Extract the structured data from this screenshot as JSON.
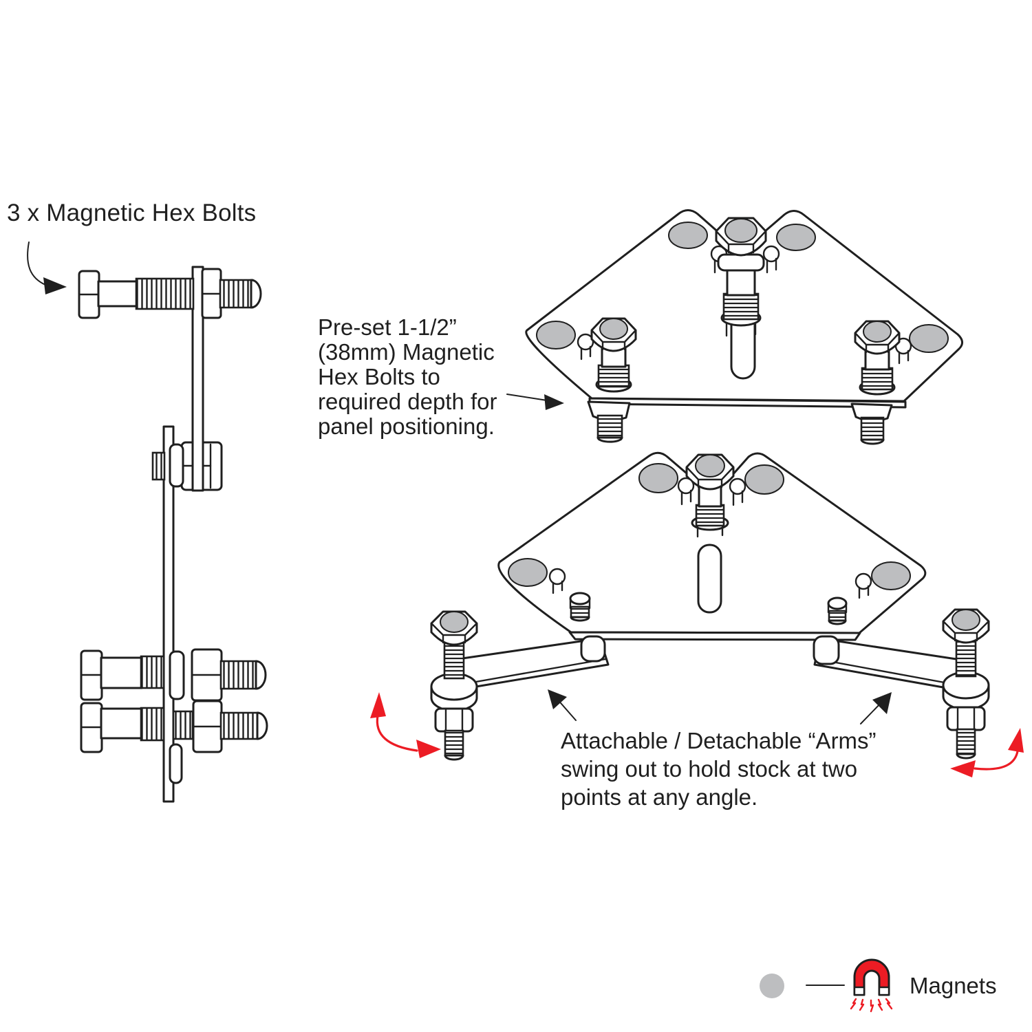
{
  "colors": {
    "line": "#1f1f1f",
    "magnet_gray": "#bdbec0",
    "arrow_red": "#ec1c24",
    "background": "#ffffff"
  },
  "annotations": {
    "hex_bolts_label": "3 x Magnetic Hex Bolts",
    "preset_note": {
      "lines": [
        "Pre-set 1-1/2”",
        "(38mm) Magnetic",
        "Hex Bolts to",
        "required depth for",
        "panel positioning."
      ]
    },
    "arms_note": {
      "lines": [
        "Attachable / Detachable “Arms”",
        "swing out to hold stock at two",
        "points at any angle."
      ]
    }
  },
  "legend": {
    "swatch_icon": "magnet-dot",
    "magnet_icon": "horseshoe-magnet",
    "label": "Magnets"
  }
}
